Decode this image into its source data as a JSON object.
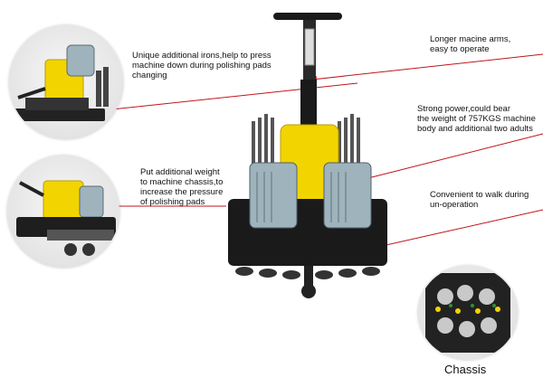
{
  "annotations": {
    "irons": "Unique additional irons,help to press\nmachine down during polishing pads\nchanging",
    "arms": "Longer macine arms,\neasy to operate",
    "power": "Strong power,could bear\nthe weight of 757KGS machine\nbody and additional two adults",
    "weight": "Put additional weight\nto machine chassis,to\nincrease the pressure\nof polishing pads",
    "walk": "Convenient to walk during\nun-operation"
  },
  "chassis_label": "Chassis",
  "colors": {
    "leader": "#c0141c",
    "body": "#1a1a1a",
    "yellow": "#f2d400",
    "motor": "#9fb3bd"
  }
}
